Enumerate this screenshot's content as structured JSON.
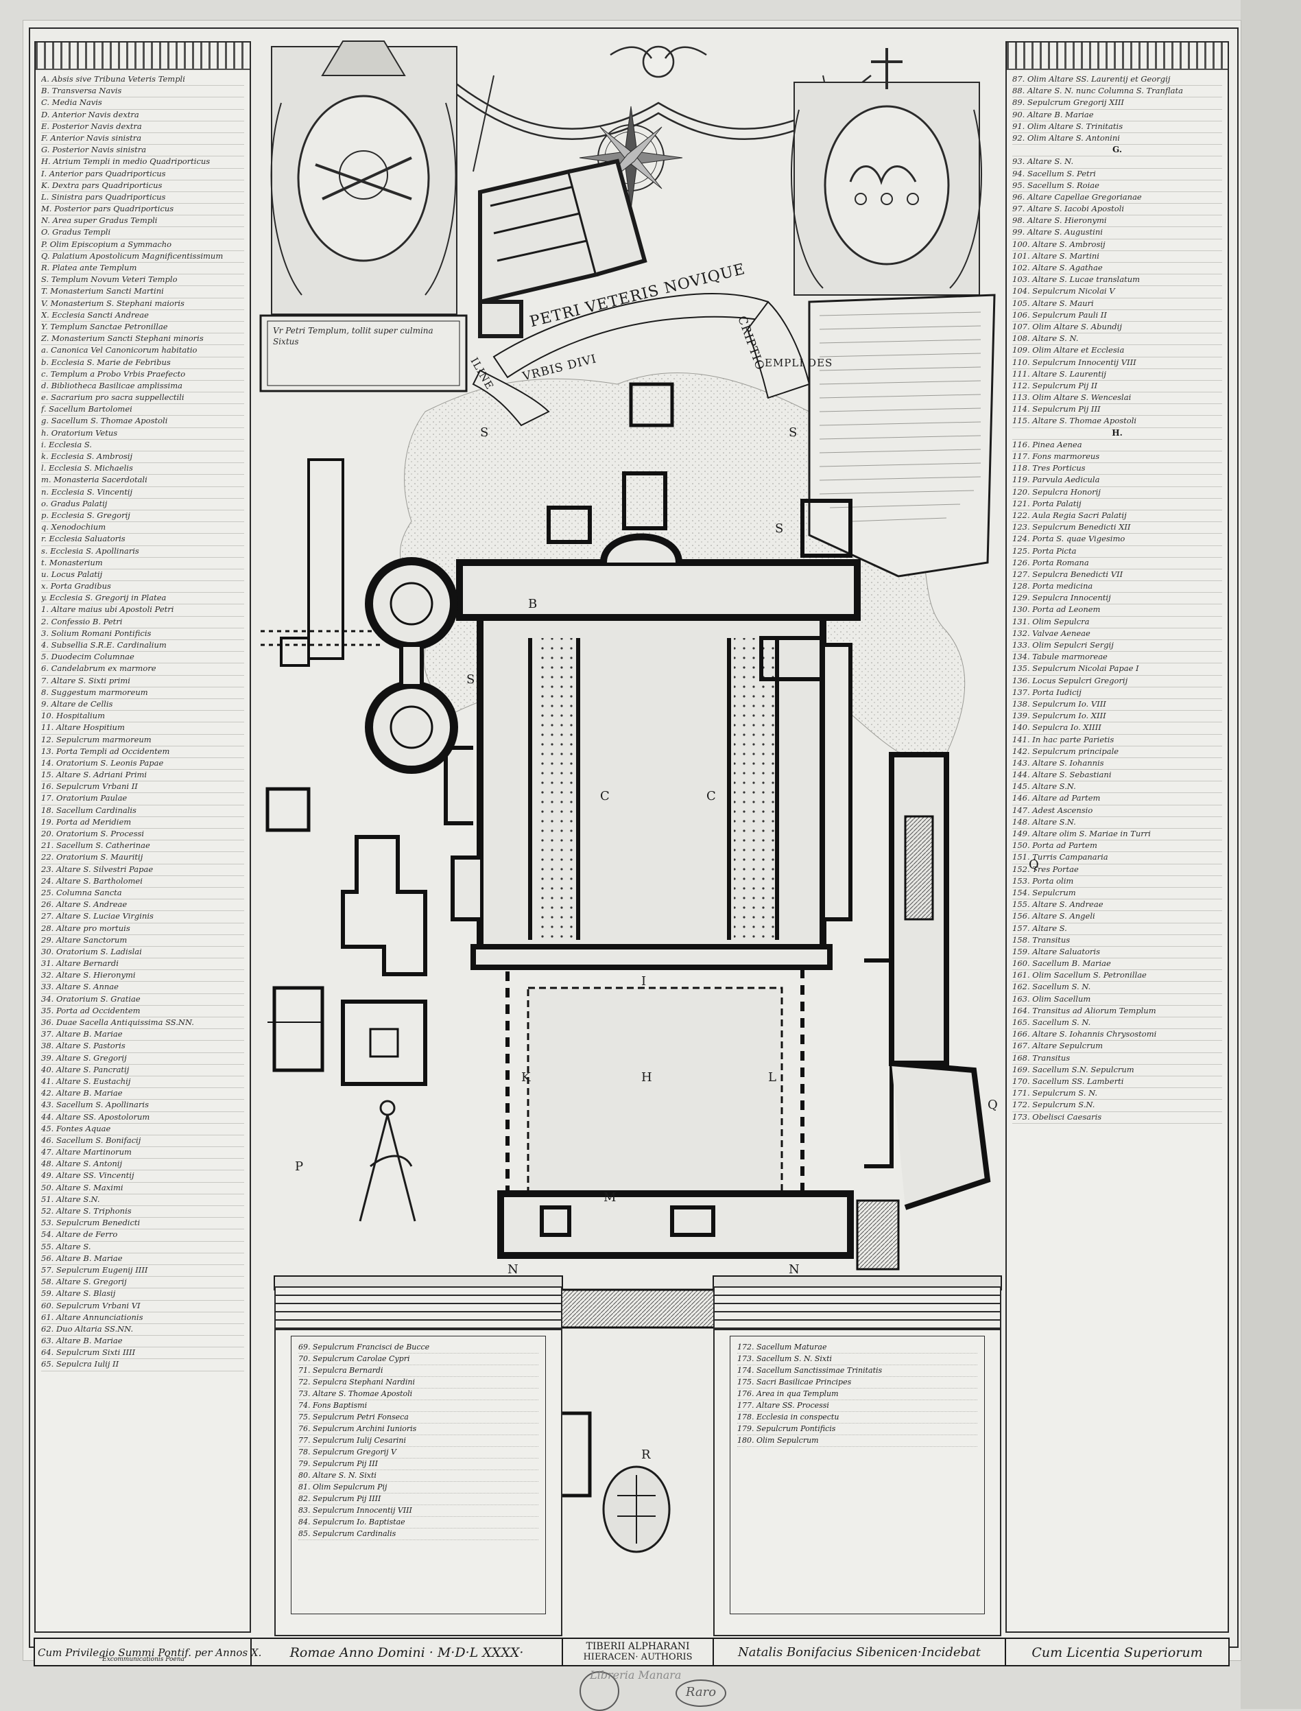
{
  "map": {
    "banner_left": "PETRI VETERIS NOVIQUE",
    "banner_left_small": "VRBIS DIVI",
    "banner_right": "CRIPTIO",
    "banner_right_small": "EMPLI DES",
    "banner_lower_left": "ILINE",
    "cartouche_left": "Vr Petri Templum, tollit super culmina Sixtus",
    "footer": {
      "privilege": "Cum Privilegio Summi Pontif. per Annos X.",
      "privilege_note": "Excommunicationis Poena",
      "rome_year": "Romae Anno Domini · M·D·L XXXX·",
      "author_top": "TIBERII ALPHARANI",
      "author_bottom": "HIERACEN· AUTHORIS",
      "engraver": "Natalis Bonifacius Sibenicen·Incidebat",
      "license": "Cum Licentia Superiorum"
    },
    "stamp_right": "Raro",
    "pencil_note": "Libreria Manara",
    "area_letters": [
      "S",
      "S",
      "S",
      "S",
      "R",
      "Q",
      "Q",
      "P",
      "N",
      "N",
      "I",
      "K",
      "L",
      "M",
      "H",
      "C",
      "C",
      "B"
    ],
    "compass_icon": "compass-rose-icon",
    "dividers_icon": "compass-dividers-icon",
    "arms_left_icon": "papal-coat-of-arms-icon",
    "arms_right_icon": "cardinal-coat-of-arms-icon"
  },
  "legend_left": {
    "lines": [
      "A. Absis sive Tribuna Veteris Templi",
      "B. Transversa Navis",
      "C. Media Navis",
      "D. Anterior Navis dextra",
      "E. Posterior Navis dextra",
      "F. Anterior Navis sinistra",
      "G. Posterior Navis sinistra",
      "H. Atrium Templi in medio Quadriporticus",
      "I. Anterior pars Quadriporticus",
      "K. Dextra pars Quadriporticus",
      "L. Sinistra pars Quadriporticus",
      "M. Posterior pars Quadriporticus",
      "N. Area super Gradus Templi",
      "O. Gradus Templi",
      "P. Olim Episcopium a Symmacho",
      "Q. Palatium Apostolicum Magnificentissimum",
      "R. Platea ante Templum",
      "S. Templum Novum Veteri Templo",
      "T. Monasterium Sancti Martini",
      "V. Monasterium S. Stephani maioris",
      "X. Ecclesia Sancti Andreae",
      "Y. Templum Sanctae Petronillae",
      "Z. Monasterium Sancti Stephani minoris",
      "a. Canonica Vel Canonicorum habitatio",
      "b. Ecclesia S. Marie de Febribus",
      "c. Templum a Probo Vrbis Praefecto",
      "d. Bibliotheca Basilicae amplissima",
      "e. Sacrarium pro sacra suppellectili",
      "f. Sacellum Bartolomei",
      "g. Sacellum S. Thomae Apostoli",
      "h. Oratorium Vetus",
      "i. Ecclesia S.",
      "k. Ecclesia S. Ambrosij",
      "l. Ecclesia S. Michaelis",
      "m. Monasteria Sacerdotali",
      "n. Ecclesia S. Vincentij",
      "o. Gradus Palatij",
      "p. Ecclesia S. Gregorij",
      "q. Xenodochium",
      "r. Ecclesia Saluatoris",
      "s. Ecclesia S. Apollinaris",
      "t. Monasterium",
      "u. Locus Palatij",
      "x. Porta Gradibus",
      "y. Ecclesia S. Gregorij in Platea",
      "1. Altare maius ubi Apostoli Petri",
      "2. Confessio B. Petri",
      "3. Solium Romani Pontificis",
      "4. Subsellia S.R.E. Cardinalium",
      "5. Duodecim Columnae",
      "6. Candelabrum ex marmore",
      "7. Altare S. Sixti primi",
      "8. Suggestum marmoreum",
      "9. Altare de Cellis",
      "10. Hospitalium",
      "11. Altare Hospitium",
      "12. Sepulcrum marmoreum",
      "13. Porta Templi ad Occidentem",
      "14. Oratorium S. Leonis Papae",
      "15. Altare S. Adriani Primi",
      "16. Sepulcrum Vrbani II",
      "17. Oratorium Paulae",
      "18. Sacellum Cardinalis",
      "19. Porta ad Meridiem",
      "20. Oratorium S. Processi",
      "21. Sacellum S. Catherinae",
      "22. Oratorium S. Mauritij",
      "23. Altare S. Silvestri Papae",
      "24. Altare S. Bartholomei",
      "25. Columna Sancta",
      "26. Altare S. Andreae",
      "27. Altare S. Luciae Virginis",
      "28. Altare pro mortuis",
      "29. Altare Sanctorum",
      "30. Oratorium S. Ladislai",
      "31. Altare Bernardi",
      "32. Altare S. Hieronymi",
      "33. Altare S. Annae",
      "34. Oratorium S. Gratiae",
      "35. Porta ad Occidentem",
      "36. Duae Sacella Antiquissima SS.NN.",
      "37. Altare B. Mariae",
      "38. Altare S. Pastoris",
      "39. Altare S. Gregorij",
      "40. Altare S. Pancratij",
      "41. Altare S. Eustachij",
      "42. Altare B. Mariae",
      "43. Sacellum S. Apollinaris",
      "44. Altare SS. Apostolorum",
      "45. Fontes Aquae",
      "46. Sacellum S. Bonifacij",
      "47. Altare Martinorum",
      "48. Altare S. Antonij",
      "49. Altare SS. Vincentij",
      "50. Altare S. Maximi",
      "51. Altare S.N.",
      "52. Altare S. Triphonis",
      "53. Sepulcrum Benedicti",
      "54. Altare de Ferro",
      "55. Altare S.",
      "56. Altare B. Mariae",
      "57. Sepulcrum Eugenij IIII",
      "58. Altare S. Gregorij",
      "59. Altare S. Blasij",
      "60. Sepulcrum Vrbani VI",
      "61. Altare Annunciationis",
      "62. Duo Altaria SS.NN.",
      "63. Altare B. Mariae",
      "64. Sepulcrum Sixti IIII",
      "65. Sepulcra Iulij II"
    ]
  },
  "legend_right": {
    "lines": [
      "87. Olim Altare SS. Laurentij et Georgij",
      "88. Altare S. N. nunc Columna S. Tranflata",
      "89. Sepulcrum Gregorij XIII",
      "90. Altare B. Mariae",
      "91. Olim Altare S. Trinitatis",
      "92. Olim Altare S. Antonini",
      "G.",
      "93. Altare S. N.",
      "94. Sacellum S. Petri",
      "95. Sacellum S. Roiae",
      "96. Altare Capellae Gregorianae",
      "97. Altare S. Iacobi Apostoli",
      "98. Altare S. Hieronymi",
      "99. Altare S. Augustini",
      "100. Altare S. Ambrosij",
      "101. Altare S. Martini",
      "102. Altare S. Agathae",
      "103. Altare S. Lucae translatum",
      "104. Sepulcrum Nicolai V",
      "105. Altare S. Mauri",
      "106. Sepulcrum Pauli II",
      "107. Olim Altare S. Abundij",
      "108. Altare S. N.",
      "109. Olim Altare et Ecclesia",
      "110. Sepulcrum Innocentij VIII",
      "111. Altare S. Laurentij",
      "112. Sepulcrum Pij II",
      "113. Olim Altare S. Wenceslai",
      "114. Sepulcrum Pij III",
      "115. Altare S. Thomae Apostoli",
      "H.",
      "116. Pinea Aenea",
      "117. Fons marmoreus",
      "118. Tres Porticus",
      "119. Parvula Aedicula",
      "120. Sepulcra Honorij",
      "121. Porta Palatij",
      "122. Aula Regia Sacri Palatij",
      "123. Sepulcrum Benedicti XII",
      "124. Porta S. quae Vigesimo",
      "125. Porta Picta",
      "126. Porta Romana",
      "127. Sepulcra Benedicti VII",
      "128. Porta medicina",
      "129. Sepulcra Innocentij",
      "130. Porta ad Leonem",
      "131. Olim Sepulcra",
      "132. Valvae Aeneae",
      "133. Olim Sepulcri Sergij",
      "134. Tabule marmoreae",
      "135. Sepulcrum Nicolai Papae I",
      "136. Locus Sepulcri Gregorij",
      "137. Porta Iudicij",
      "138. Sepulcrum Io. VIII",
      "139. Sepulcrum Io. XIII",
      "140. Sepulcra Io. XIIII",
      "141. In hac parte Parietis",
      "142. Sepulcrum principale",
      "143. Altare S. Iohannis",
      "144. Altare S. Sebastiani",
      "145. Altare S.N.",
      "146. Altare ad Partem",
      "147. Adest Ascensio",
      "148. Altare S.N.",
      "149. Altare olim S. Mariae in Turri",
      "150. Porta ad Partem",
      "151. Turris Campanaria",
      "152. Tres Portae",
      "153. Porta olim",
      "154. Sepulcrum",
      "155. Altare S. Andreae",
      "156. Altare S. Angeli",
      "157. Altare S.",
      "158. Transitus",
      "159. Altare Saluatoris",
      "160. Sacellum B. Mariae",
      "161. Olim Sacellum S. Petronillae",
      "162. Sacellum S. N.",
      "163. Olim Sacellum",
      "164. Transitus ad Aliorum Templum",
      "165. Sacellum S. N.",
      "166. Altare S. Iohannis Chrysostomi",
      "167. Altare Sepulcrum",
      "168. Transitus",
      "169. Sacellum S.N. Sepulcrum",
      "170. Sacellum SS. Lamberti",
      "171. Sepulcrum S. N.",
      "172. Sepulcrum S.N.",
      "173. Obelisci Caesaris"
    ]
  },
  "pedestal_left": {
    "lines": [
      "69. Sepulcrum Francisci de Bucce",
      "70. Sepulcrum Carolae Cypri",
      "71. Sepulcra Bernardi",
      "72. Sepulcra Stephani Nardini",
      "73. Altare S. Thomae Apostoli",
      "74. Fons Baptismi",
      "75. Sepulcrum Petri Fonseca",
      "76. Sepulcrum Archini Iunioris",
      "77. Sepulcrum Iulij Cesarini",
      "78. Sepulcrum Gregorij V",
      "79. Sepulcrum Pij III",
      "80. Altare S. N. Sixti",
      "81. Olim Sepulcrum Pij",
      "82. Sepulcrum Pij IIII",
      "83. Sepulcrum Innocentij VIII",
      "84. Sepulcrum Io. Baptistae",
      "85. Sepulcrum Cardinalis"
    ]
  },
  "pedestal_right": {
    "lines": [
      "172. Sacellum Maturae",
      "173. Sacellum S. N. Sixti",
      "174. Sacellum Sanctissimae Trinitatis",
      "175. Sacri Basilicae Principes",
      "176. Area in qua Templum",
      "177. Altare SS. Processi",
      "178. Ecclesia in conspectu",
      "179. Sepulcrum Pontificis",
      "180. Olim Sepulcrum"
    ]
  }
}
